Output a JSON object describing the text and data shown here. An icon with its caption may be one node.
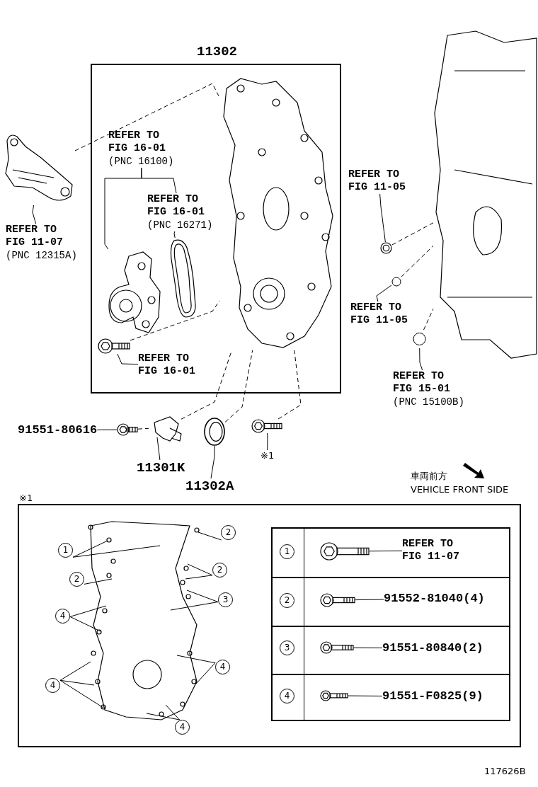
{
  "diagram": {
    "nodes": [
      {
        "text": [
          "11302"
        ]
      },
      {
        "text": [],
        "shape": "picture"
      },
      {
        "text": [
          "REFER TO FIG 11-07",
          "(PNC 12315A)"
        ]
      },
      {
        "text": [
          "REFER TO FIG 16-01",
          "(PNC 16100)"
        ],
        "in": 0
      },
      {
        "text": [],
        "shape": "picture",
        "in": 0
      },
      {
        "text": [
          "REFER TO FIG 16-01",
          "(PNC 16271)"
        ],
        "in": 0
      },
      {
        "text": [],
        "shape": "picture",
        "in": 0
      },
      {
        "text": [],
        "shape": "picture",
        "in": 0
      },
      {
        "text": [
          "REFER TO FIG 16-01"
        ],
        "in": 0
      },
      {
        "text": [],
        "shape": "picture",
        "in": 0
      },
      {
        "text": [],
        "shape": "picture"
      },
      {
        "text": [
          "REFER TO FIG 11-05"
        ]
      },
      {
        "text": [],
        "shape": "picture"
      },
      {
        "text": [
          "REFER TO FIG 11-05"
        ]
      },
      {
        "text": [],
        "shape": "circle"
      },
      {
        "text": [
          "REFER TO FIG 15-01",
          "(PNC 15100B)"
        ]
      },
      {
        "text": [],
        "shape": "circle"
      },
      {
        "text": [
          "91551-80616"
        ]
      },
      {
        "text": [],
        "shape": "picture"
      },
      {
        "text": [],
        "shape": "picture"
      },
      {
        "text": [
          "11301K"
        ]
      },
      {
        "text": [],
        "shape": "picture"
      },
      {
        "text": [
          "11302A"
        ]
      },
      {
        "text": [],
        "shape": "picture"
      },
      {
        "text": [
          "※1"
        ]
      },
      {
        "text": [
          "※1"
        ]
      },
      {
        "text": [],
        "shape": "picture",
        "in": 25
      },
      {
        "text": [
          "1"
        ],
        "in": 25
      },
      {
        "text": [
          "2"
        ],
        "in": 25
      },
      {
        "text": [
          "4"
        ],
        "in": 25
      },
      {
        "text": [
          "4"
        ],
        "in": 25
      },
      {
        "text": [
          "2"
        ],
        "in": 25
      },
      {
        "text": [
          "2"
        ],
        "in": 25
      },
      {
        "text": [
          "3"
        ],
        "in": 25
      },
      {
        "text": [
          "4"
        ],
        "in": 25
      },
      {
        "text": [
          "4"
        ],
        "in": 25
      },
      {
        "text": [],
        "shape": "box",
        "in": 25
      },
      {
        "text": [
          "1"
        ],
        "in": 36
      },
      {
        "text": [],
        "shape": "picture",
        "in": 36
      },
      {
        "text": [
          "REFER TO FIG 11-07"
        ],
        "in": 36
      },
      {
        "text": [
          "2"
        ],
        "in": 36
      },
      {
        "text": [],
        "shape": "picture",
        "in": 36
      },
      {
        "text": [
          "91552-81040(4)"
        ],
        "in": 36
      },
      {
        "text": [
          "3"
        ],
        "in": 36
      },
      {
        "text": [],
        "shape": "picture",
        "in": 36
      },
      {
        "text": [
          "91551-80840(2)"
        ],
        "in": 36
      },
      {
        "text": [
          "4"
        ],
        "in": 36
      },
      {
        "text": [],
        "shape": "picture",
        "in": 36
      },
      {
        "text": [
          "91551-F0825(9)"
        ],
        "in": 36
      }
    ],
    "edges": [
      {
        "from": 2,
        "to": 1,
        "arrow": "none"
      },
      {
        "from": 3,
        "to": 4,
        "arrow": "none"
      },
      {
        "from": 3,
        "to": 5,
        "arrow": "none"
      },
      {
        "from": 5,
        "to": 6,
        "arrow": "none"
      },
      {
        "from": 8,
        "to": 7,
        "arrow": "none"
      },
      {
        "from": 11,
        "to": 12,
        "arrow": "none"
      },
      {
        "from": 13,
        "to": 14,
        "arrow": "none"
      },
      {
        "from": 15,
        "to": 16,
        "arrow": "none"
      },
      {
        "from": 17,
        "to": 18,
        "arrow": "none"
      },
      {
        "from": 20,
        "to": 19,
        "arrow": "none"
      },
      {
        "from": 22,
        "to": 21,
        "arrow": "none"
      },
      {
        "from": 24,
        "to": 23,
        "arrow": "none"
      },
      {
        "from": 1,
        "to": 9,
        "arrow": "none",
        "style": "dashed"
      },
      {
        "from": 7,
        "to": 9,
        "arrow": "none",
        "style": "dashed"
      },
      {
        "from": 12,
        "to": 10,
        "arrow": "none",
        "style": "dashed"
      },
      {
        "from": 14,
        "to": 10,
        "arrow": "none",
        "style": "dashed"
      },
      {
        "from": 16,
        "to": 10,
        "arrow": "none",
        "style": "dashed"
      },
      {
        "from": 18,
        "to": 19,
        "arrow": "none",
        "style": "dashed"
      },
      {
        "from": 19,
        "to": 9,
        "arrow": "none",
        "style": "dashed"
      },
      {
        "from": 21,
        "to": 9,
        "arrow": "none",
        "style": "dashed"
      },
      {
        "from": 23,
        "to": 9,
        "arrow": "none",
        "style": "dashed"
      },
      {
        "from": 27,
        "to": 26,
        "arrow": "none"
      },
      {
        "from": 27,
        "to": 26,
        "arrow": "none"
      },
      {
        "from": 28,
        "to": 26,
        "arrow": "none"
      },
      {
        "from": 29,
        "to": 26,
        "arrow": "none"
      },
      {
        "from": 29,
        "to": 26,
        "arrow": "none"
      },
      {
        "from": 30,
        "to": 26,
        "arrow": "none"
      },
      {
        "from": 30,
        "to": 26,
        "arrow": "none"
      },
      {
        "from": 30,
        "to": 26,
        "arrow": "none"
      },
      {
        "from": 31,
        "to": 26,
        "arrow": "none"
      },
      {
        "from": 32,
        "to": 26,
        "arrow": "none"
      },
      {
        "from": 32,
        "to": 26,
        "arrow": "none"
      },
      {
        "from": 33,
        "to": 26,
        "arrow": "none"
      },
      {
        "from": 33,
        "to": 26,
        "arrow": "none"
      },
      {
        "from": 34,
        "to": 26,
        "arrow": "none"
      },
      {
        "from": 34,
        "to": 26,
        "arrow": "none"
      },
      {
        "from": 35,
        "to": 26,
        "arrow": "none"
      },
      {
        "from": 35,
        "to": 26,
        "arrow": "none"
      },
      {
        "from": 38,
        "to": 39,
        "arrow": "none"
      },
      {
        "from": 41,
        "to": 42,
        "arrow": "none"
      },
      {
        "from": 44,
        "to": 45,
        "arrow": "none"
      },
      {
        "from": 47,
        "to": 48,
        "arrow": "none"
      }
    ],
    "labels": [
      "車両前方",
      "VEHICLE FRONT SIDE",
      "117626B"
    ]
  }
}
